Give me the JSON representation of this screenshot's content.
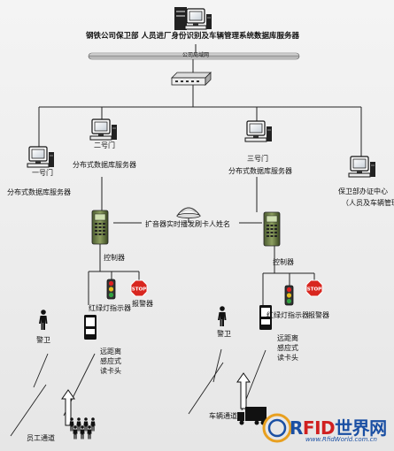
{
  "title": "钢铁公司保卫部 人员进厂身份识别及车辆管理系统数据库服务器",
  "network_label": "公司局域网",
  "servers": {
    "gate1": {
      "name": "一号门",
      "role": "分布式数据库服务器"
    },
    "gate2": {
      "name": "二号门",
      "role": "分布式数据库服务器"
    },
    "gate3": {
      "name": "三号门",
      "role": "分布式数据库服务器"
    },
    "cert_center": {
      "name": "保卫部办证中心",
      "role": "（人员及车辆管理）"
    }
  },
  "speaker_label": "扩音器实时播发刷卡人姓名",
  "left_gate": {
    "controller": "控制器",
    "traffic_light": "红绿灯指示器",
    "alarm": "报警器",
    "guard": "警卫",
    "reader": [
      "远距离",
      "感应式",
      "读卡头"
    ],
    "channel": "员工通道"
  },
  "right_gate": {
    "controller": "控制器",
    "traffic_light": "红绿灯指示器",
    "alarm": "报警器",
    "guard": "警卫",
    "reader": [
      "远距离",
      "感应式",
      "读卡头"
    ],
    "channel": "车辆通道"
  },
  "watermark": {
    "brand_prefix": "R",
    "brand_mid": "FID",
    "brand_suffix": "世界网",
    "url": "www.RfidWorld.com.cn"
  },
  "icons": [
    "computer-icon",
    "network-switch-icon",
    "speaker-icon",
    "card-reader-icon",
    "traffic-light-icon",
    "stop-sign-icon",
    "person-icon",
    "truck-icon",
    "arrow-up-icon"
  ],
  "colors": {
    "line": "#222222",
    "stop": "#d8261f",
    "light_red": "#e02020",
    "light_yellow": "#e8c020",
    "light_green": "#30a040",
    "brand": "#1a4fa3"
  }
}
